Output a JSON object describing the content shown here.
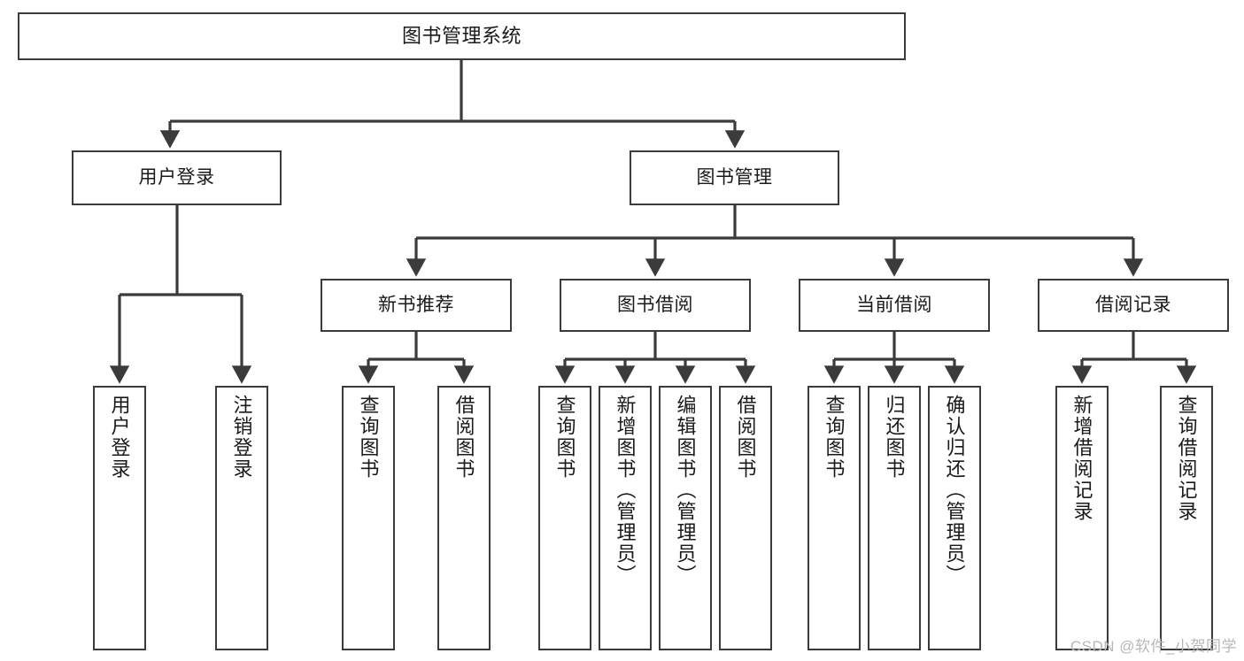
{
  "diagram": {
    "title": "图书管理系统",
    "watermark": "CSDN @软件_小贺同学",
    "line_color": "#3b3b3b",
    "box_fill": "#ffffff",
    "text_color": "#1a1a1a",
    "watermark_color": "#b7b7b7"
  },
  "nodes": {
    "root": {
      "label": "图书管理系统"
    },
    "level2": [
      {
        "label": "用户登录"
      },
      {
        "label": "图书管理"
      }
    ],
    "level3": [
      {
        "label": "新书推荐"
      },
      {
        "label": "图书借阅"
      },
      {
        "label": "当前借阅"
      },
      {
        "label": "借阅记录"
      }
    ],
    "leaves": [
      {
        "label": "用户登录"
      },
      {
        "label": "注销登录"
      },
      {
        "label": "查询图书"
      },
      {
        "label": "借阅图书"
      },
      {
        "label": "查询图书"
      },
      {
        "label": "新增图书（管理员）"
      },
      {
        "label": "编辑图书（管理员）"
      },
      {
        "label": "借阅图书"
      },
      {
        "label": "查询图书"
      },
      {
        "label": "归还图书"
      },
      {
        "label": "确认归还（管理员）"
      },
      {
        "label": "新增借阅记录"
      },
      {
        "label": "查询借阅记录"
      }
    ]
  },
  "chart_data": {
    "type": "tree",
    "title": "图书管理系统",
    "root": "图书管理系统",
    "edges": [
      [
        "图书管理系统",
        "用户登录"
      ],
      [
        "图书管理系统",
        "图书管理"
      ],
      [
        "用户登录",
        "用户登录"
      ],
      [
        "用户登录",
        "注销登录"
      ],
      [
        "图书管理",
        "新书推荐"
      ],
      [
        "图书管理",
        "图书借阅"
      ],
      [
        "图书管理",
        "当前借阅"
      ],
      [
        "图书管理",
        "借阅记录"
      ],
      [
        "新书推荐",
        "查询图书"
      ],
      [
        "新书推荐",
        "借阅图书"
      ],
      [
        "图书借阅",
        "查询图书"
      ],
      [
        "图书借阅",
        "新增图书（管理员）"
      ],
      [
        "图书借阅",
        "编辑图书（管理员）"
      ],
      [
        "图书借阅",
        "借阅图书"
      ],
      [
        "当前借阅",
        "查询图书"
      ],
      [
        "当前借阅",
        "归还图书"
      ],
      [
        "当前借阅",
        "确认归还（管理员）"
      ],
      [
        "借阅记录",
        "新增借阅记录"
      ],
      [
        "借阅记录",
        "查询借阅记录"
      ]
    ]
  }
}
